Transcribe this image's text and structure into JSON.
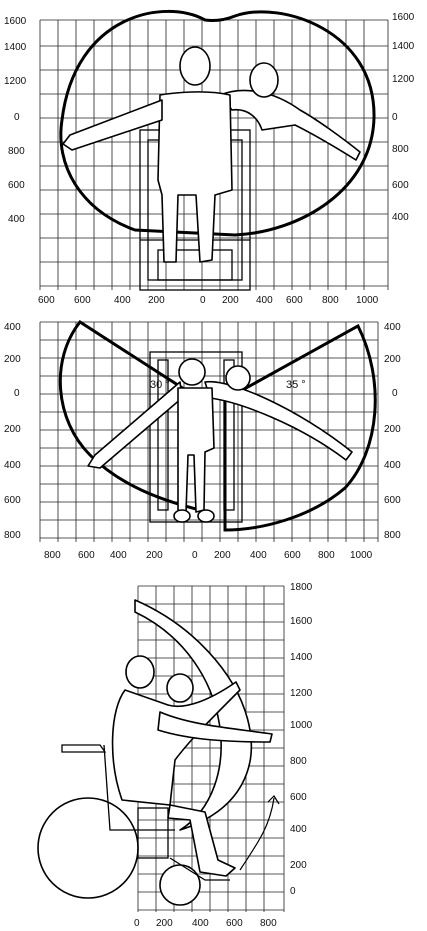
{
  "panels": [
    {
      "name": "top",
      "y_ticks_left": [
        "1600",
        "1400",
        "1200",
        "0",
        "800",
        "600",
        "400"
      ],
      "y_ticks_right": [
        "1600",
        "1400",
        "1200",
        "0",
        "800",
        "600",
        "400"
      ],
      "x_ticks": [
        "600",
        "600",
        "400",
        "200",
        "0",
        "200",
        "400",
        "600",
        "800",
        "1000"
      ]
    },
    {
      "name": "middle",
      "y_ticks_left": [
        "400",
        "200",
        "0",
        "200",
        "400",
        "600",
        "800"
      ],
      "y_ticks_right": [
        "400",
        "200",
        "0",
        "200",
        "400",
        "600",
        "800"
      ],
      "x_ticks": [
        "800",
        "600",
        "400",
        "200",
        "0",
        "200",
        "400",
        "600",
        "800",
        "1000"
      ],
      "angle_left": "30 °",
      "angle_right": "35 °"
    },
    {
      "name": "bottom",
      "y_ticks_right": [
        "1800",
        "1600",
        "1400",
        "1200",
        "1000",
        "800",
        "600",
        "400",
        "200",
        "0"
      ],
      "x_ticks": [
        "0",
        "200",
        "400",
        "600",
        "800"
      ]
    }
  ]
}
